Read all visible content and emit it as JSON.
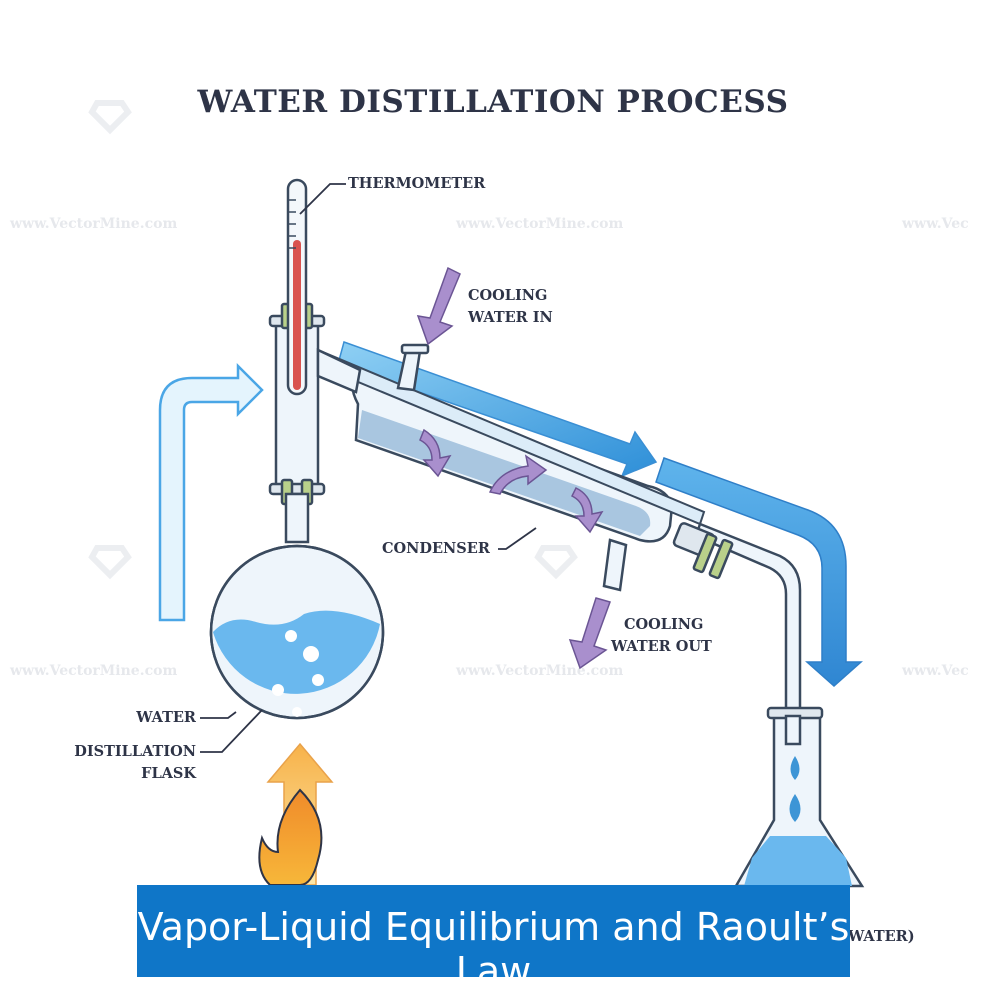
{
  "title": "WATER DISTILLATION PROCESS",
  "labels": {
    "thermometer": "THERMOMETER",
    "cooling_water_in_1": "COOLING",
    "cooling_water_in_2": "WATER IN",
    "condenser": "CONDENSER",
    "cooling_water_out_1": "COOLING",
    "cooling_water_out_2": "WATER OUT",
    "water": "WATER",
    "distillation_flask_1": "DISTILLATION",
    "distillation_flask_2": "FLASK",
    "distilled_partial": "WATER)"
  },
  "watermark": {
    "text_full": "www.VectorMine.com",
    "text_partial": "www.Vec"
  },
  "banner": {
    "text": "Vapor-Liquid Equilibrium and Raoult’s Law"
  },
  "colors": {
    "title": "#2e3447",
    "banner_bg": "#0f76c8",
    "arrow_blue": "#4aa6e6",
    "arrow_purple": "#a98fcd",
    "water": "#6ab8ee",
    "glass_outline": "#3a4a5e",
    "flame_orange": "#f2a12e"
  }
}
